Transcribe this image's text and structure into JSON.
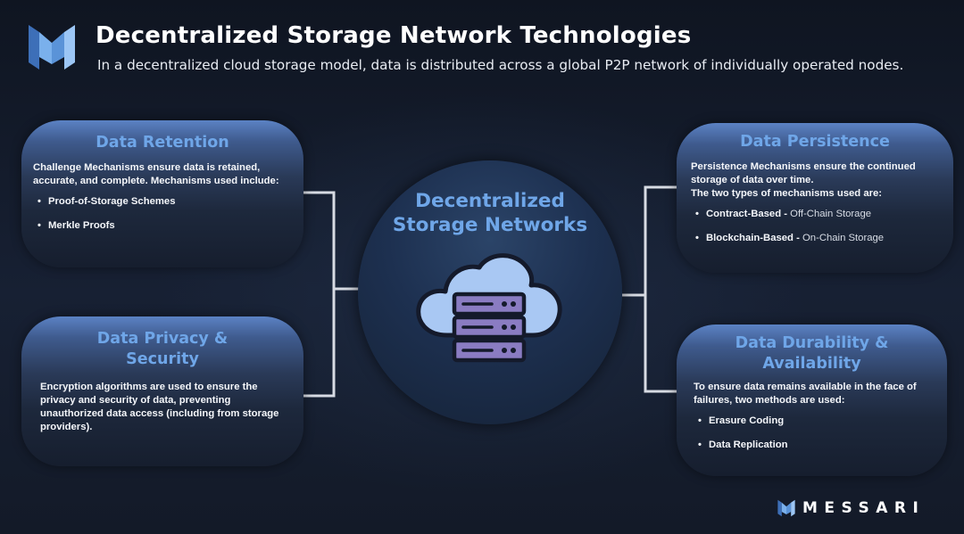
{
  "header": {
    "title": "Decentralized Storage Network Technologies",
    "subtitle": "In a decentralized cloud storage model, data is distributed across a global P2P network of individually operated nodes."
  },
  "hub": {
    "title_line1": "Decentralized",
    "title_line2": "Storage Networks",
    "icon": "cloud-server-icon"
  },
  "cards": {
    "retention": {
      "title": "Data Retention",
      "body": "Challenge Mechanisms ensure data is retained, accurate, and complete. Mechanisms used include:",
      "items": [
        "Proof-of-Storage Schemes",
        "Merkle Proofs"
      ]
    },
    "privacy": {
      "title_line1": "Data Privacy &",
      "title_line2": "Security",
      "body": "Encryption algorithms are used to ensure the privacy and security of data, preventing unauthorized data access (including from storage providers)."
    },
    "persistence": {
      "title": "Data Persistence",
      "body": "Persistence Mechanisms ensure the continued storage of data over time.",
      "body2": "The two types of mechanisms used are:",
      "items": [
        {
          "label": "Contract-Based",
          "detail": "Off-Chain Storage"
        },
        {
          "label": "Blockchain-Based",
          "detail": "On-Chain Storage"
        }
      ]
    },
    "durability": {
      "title_line1": "Data Durability &",
      "title_line2": "Availability",
      "body": "To ensure data remains available in the face of failures, two methods are used:",
      "items": [
        "Erasure Coding",
        "Data Replication"
      ]
    }
  },
  "footer": {
    "brand": "MESSARI"
  },
  "colors": {
    "accent_blue": "#6fa6e8",
    "background": "#131a28",
    "connector": "#d7dbe3",
    "server_purple": "#8a7cc2",
    "cloud_blue": "#a9c8f3"
  }
}
